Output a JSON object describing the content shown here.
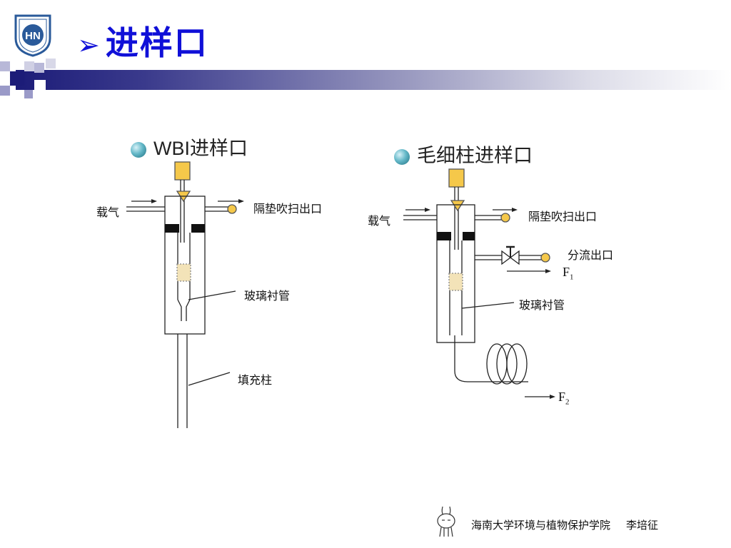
{
  "slide": {
    "title": "进样口",
    "title_marker": "➢",
    "logo_text": "HN",
    "accent_color": "#1010d8",
    "bar_color": "#1c1c78"
  },
  "left_diagram": {
    "heading_prefix": "WBI",
    "heading_suffix": "进样口",
    "carrier_gas": "载气",
    "septum_purge": "隔垫吹扫出口",
    "liner": "玻璃衬管",
    "column": "填充柱"
  },
  "right_diagram": {
    "heading": "毛细柱进样口",
    "carrier_gas": "载气",
    "septum_purge": "隔垫吹扫出口",
    "split_outlet": "分流出口",
    "flow1_letter": "F",
    "flow1_sub": "1",
    "liner": "玻璃衬管",
    "flow2_letter": "F",
    "flow2_sub": "2"
  },
  "footer": {
    "institution": "海南大学环境与植物保护学院",
    "author": "李培征"
  },
  "icons": [
    "university-logo-icon",
    "bullet-sphere-icon",
    "cartoon-mascot-icon"
  ]
}
